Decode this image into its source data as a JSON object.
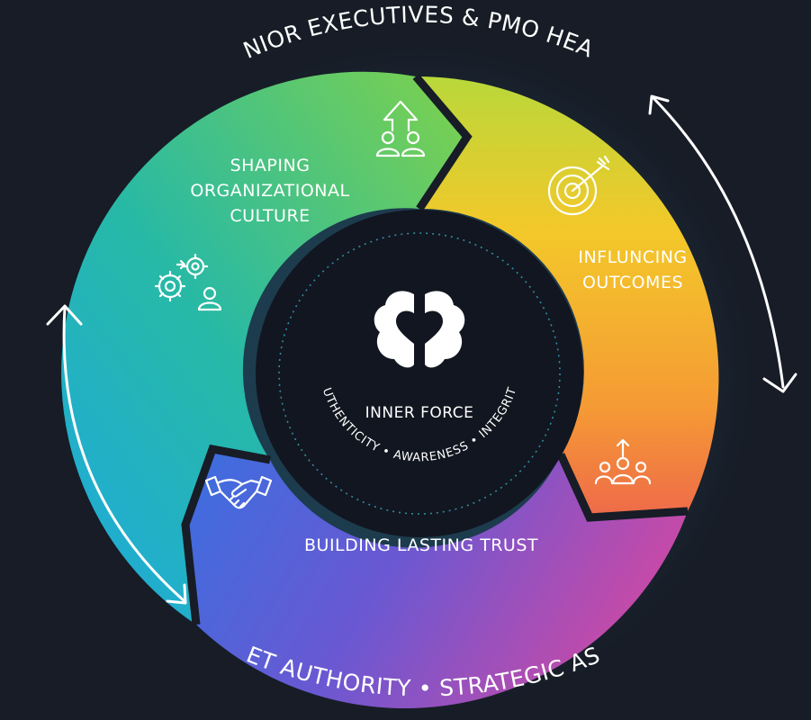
{
  "title": "SENIOR EXECUTIVES & PMO HEADS",
  "footer": "QUIET AUTHORITY • STRATEGIC ASSET",
  "center": {
    "label": "INNER FORCE",
    "values": "AUTHENTICITY • AWARENESS • INTEGRITY"
  },
  "segments": {
    "culture": {
      "line1": "SHAPING",
      "line2": "ORGANIZATIONAL",
      "line3": "CULTURE",
      "icons": [
        "growth-team-icon",
        "gears-person-icon"
      ]
    },
    "outcomes": {
      "line1": "INFLUNCING",
      "line2": "OUTCOMES",
      "icons": [
        "target-icon",
        "team-up-icon"
      ]
    },
    "trust": {
      "label": "BUILDING LASTING TRUST",
      "icons": [
        "handshake-icon"
      ]
    }
  },
  "colors": {
    "background": "#171c26",
    "core": "#121620",
    "cyan": "#1fb1dc",
    "green": "#38c47a",
    "yellow": "#eecb2a",
    "orange": "#f0963a",
    "magenta": "#c34fb0",
    "purple": "#6a5ad0",
    "blue": "#3f6fd9"
  }
}
